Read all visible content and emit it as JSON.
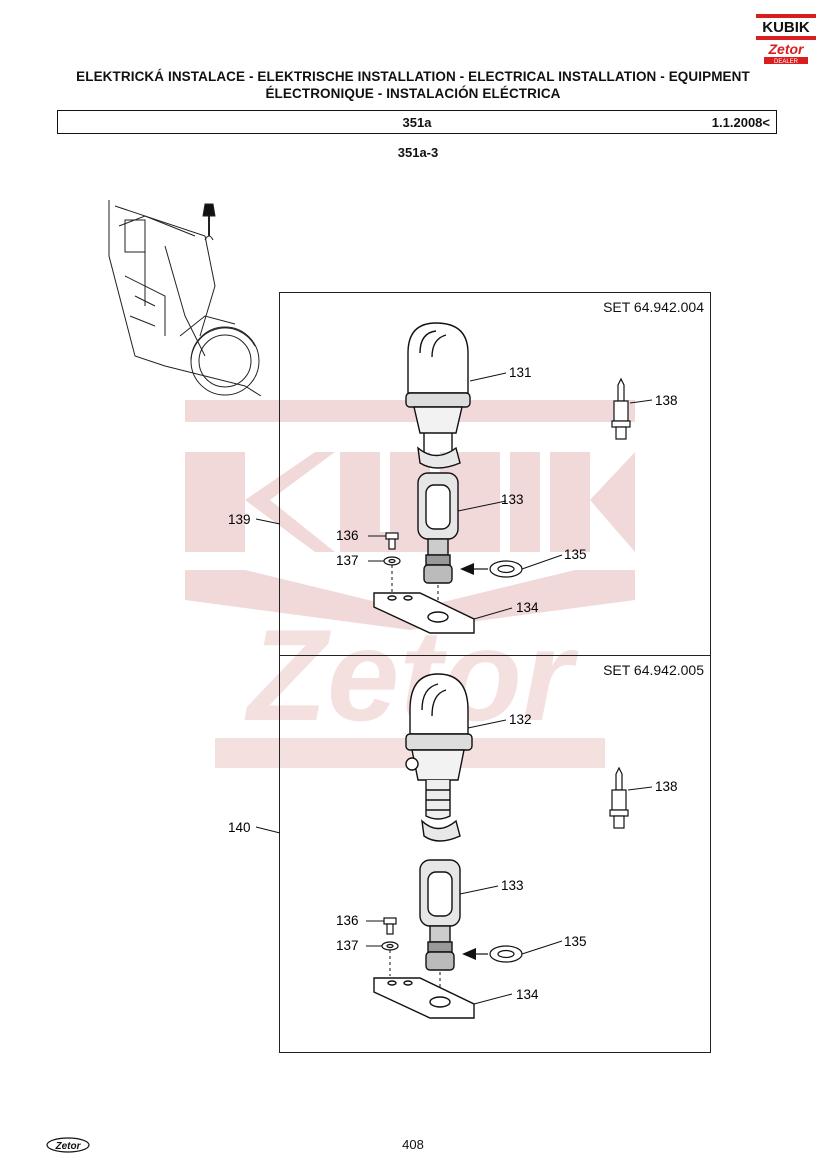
{
  "header": {
    "logo_word": "KUBIK",
    "logo_sub": "Zetor",
    "logo_dealer": "DEALER",
    "title_line1": "ELEKTRICKÁ INSTALACE - ELEKTRISCHE INSTALLATION - ELECTRICAL INSTALLATION - EQUIPMENT",
    "title_line2": "ÉLECTRONIQUE - INSTALACIÓN ELÉCTRICA"
  },
  "code_bar": {
    "code": "351a",
    "date": "1.1.2008<"
  },
  "subcode": "351a-3",
  "set1": {
    "label": "SET 64.942.004",
    "callouts": {
      "c131": "131",
      "c138": "138",
      "c133": "133",
      "c136": "136",
      "c137": "137",
      "c135": "135",
      "c134": "134"
    }
  },
  "set2": {
    "label": "SET 64.942.005",
    "callouts": {
      "c132": "132",
      "c138": "138",
      "c133": "133",
      "c136": "136",
      "c137": "137",
      "c135": "135",
      "c134": "134"
    }
  },
  "left_callouts": {
    "c139": "139",
    "c140": "140"
  },
  "footer": {
    "logo_text": "Zetor",
    "page_number": "408"
  },
  "colors": {
    "watermark": "#e8c4c4",
    "logo_red": "#d81e1e",
    "ink": "#111111"
  }
}
